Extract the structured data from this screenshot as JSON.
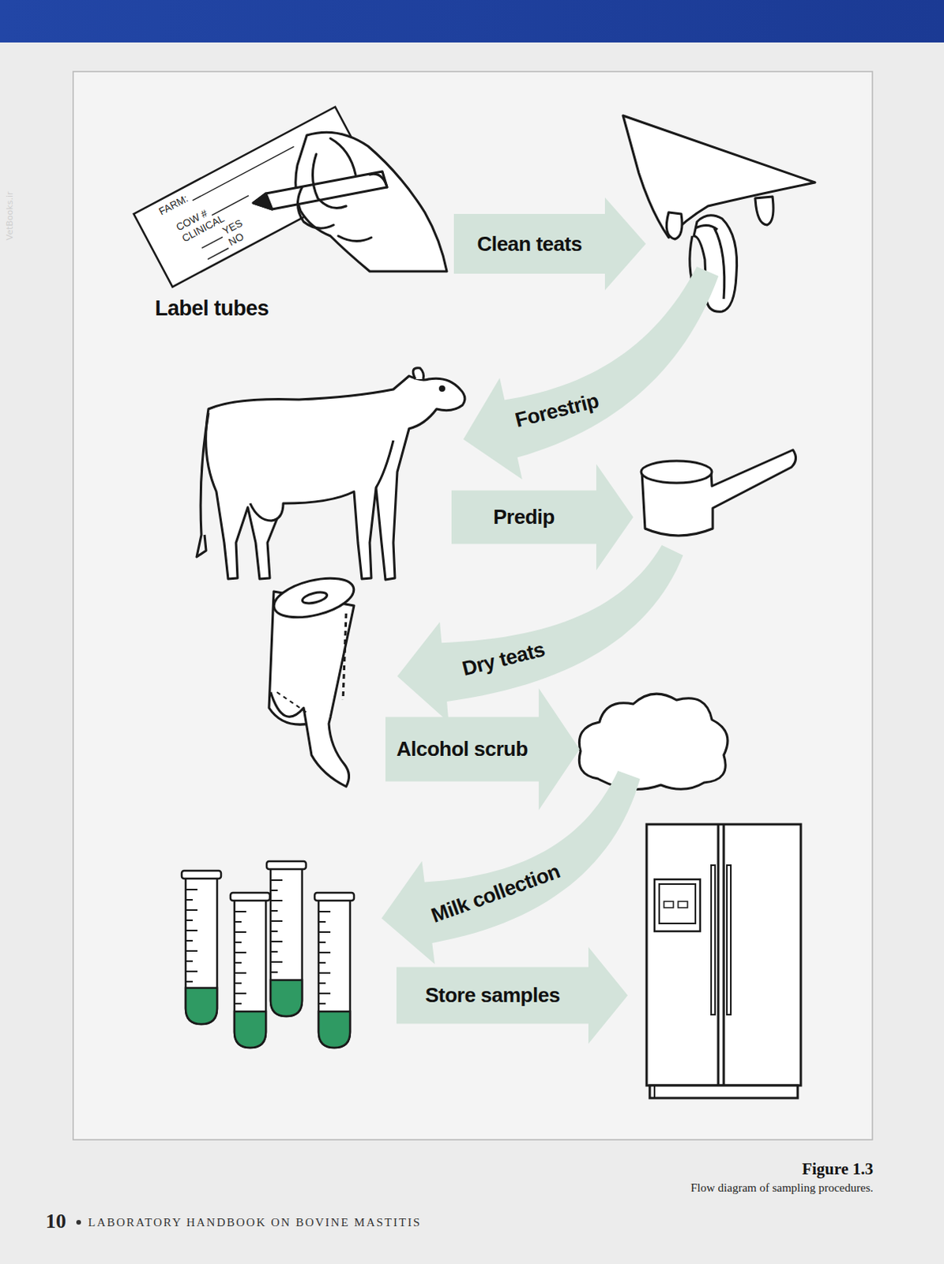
{
  "diagram": {
    "caption": "Flow diagram of sampling procedures.",
    "nodes": [
      {
        "text": [
          "FARM:",
          "COW #",
          "CLINICAL",
          "YES",
          "NO"
        ]
      },
      {
        "text": [
          "Clean teats"
        ]
      },
      {
        "text": [
          "Forestrip"
        ]
      },
      {
        "text": [
          "Predip"
        ]
      },
      {
        "text": [
          "Dry teats"
        ]
      },
      {
        "text": [
          "Alcohol scrub"
        ]
      },
      {
        "text": [
          "Milk collection"
        ]
      },
      {
        "text": [
          "Store samples"
        ]
      }
    ],
    "labels": [
      "Label tubes",
      "Figure 1.3",
      "10",
      "LABORATORY HANDBOOK ON BOVINE MASTITIS",
      "VetBooks.ir"
    ]
  }
}
